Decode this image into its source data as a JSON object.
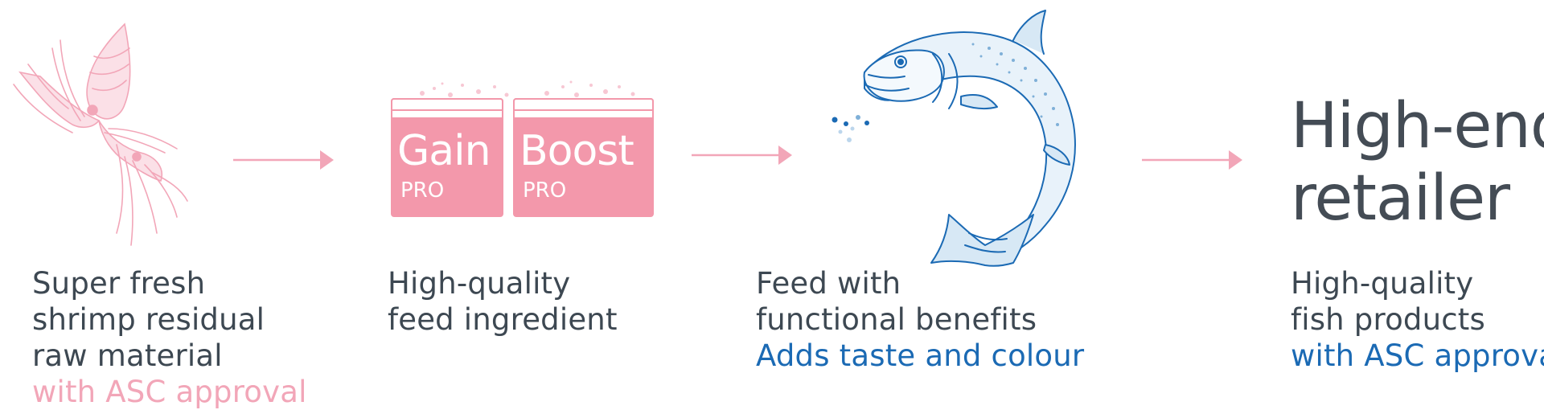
{
  "steps": [
    {
      "lines": [
        "Super fresh",
        "shrimp residual",
        "raw material"
      ],
      "highlight": "with ASC approval",
      "highlight_color": "#f2a6b8",
      "icon": "shrimp-icon"
    },
    {
      "lines": [
        "High-quality",
        "feed ingredient"
      ],
      "highlight": "",
      "icon": "product-boxes-icon"
    },
    {
      "lines": [
        "Feed with",
        "functional benefits"
      ],
      "highlight": "Adds taste and colour",
      "highlight_color": "#1b6ab4",
      "icon": "salmon-icon"
    },
    {
      "lines": [
        "High-quality",
        "fish products"
      ],
      "highlight": "with ASC approval",
      "highlight_color": "#1b6ab4",
      "icon": "retail-text"
    }
  ],
  "products": [
    {
      "name": "Gain",
      "sub": "PRO"
    },
    {
      "name": "Boost",
      "sub": "PRO"
    }
  ],
  "retailer": {
    "line1": "High-end",
    "line2": "retailer"
  },
  "colors": {
    "pink": "#f398ab",
    "blue": "#1b6ab4",
    "text": "#3d4852",
    "arrow": "#f2a6b8"
  }
}
